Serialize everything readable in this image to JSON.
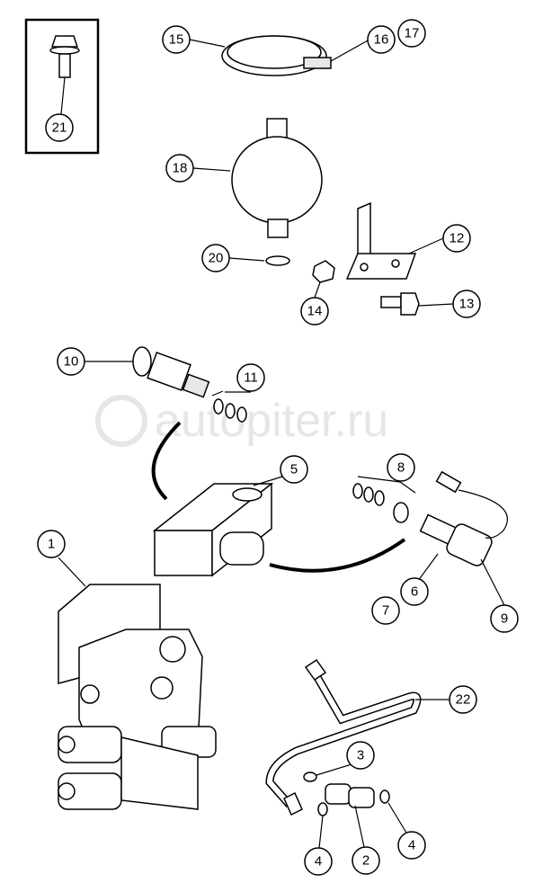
{
  "watermark": "autopiter.ru",
  "callouts": {
    "c1": "1",
    "c2": "2",
    "c3": "3",
    "c4a": "4",
    "c4b": "4",
    "c5": "5",
    "c6": "6",
    "c7": "7",
    "c8": "8",
    "c9": "9",
    "c10": "10",
    "c11": "11",
    "c12": "12",
    "c13": "13",
    "c14": "14",
    "c15": "15",
    "c16": "16",
    "c17": "17",
    "c18": "18",
    "c20": "20",
    "c21": "21",
    "c22": "22"
  }
}
